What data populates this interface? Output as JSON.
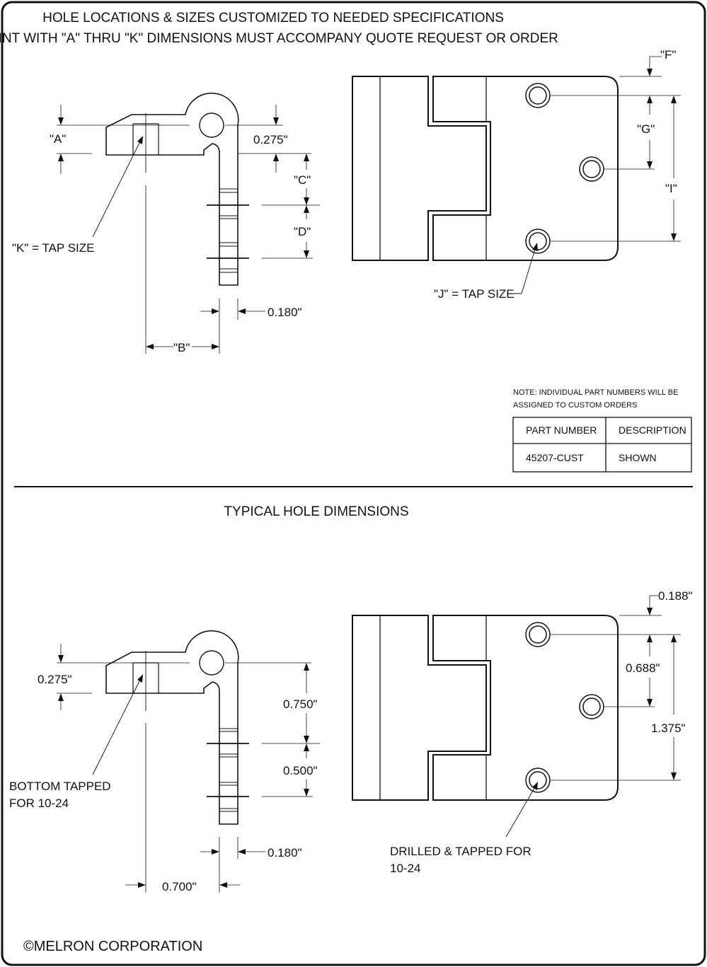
{
  "header": {
    "line1": "HOLE LOCATIONS & SIZES CUSTOMIZED TO NEEDED SPECIFICATIONS",
    "line2": "PRINT WITH \"A\" THRU \"K\" DIMENSIONS MUST ACCOMPANY QUOTE REQUEST OR ORDER"
  },
  "top": {
    "side": {
      "a": "\"A\"",
      "r": "0.275\"",
      "c": "\"C\"",
      "d": "\"D\"",
      "k": "\"K\" = TAP SIZE",
      "t": "0.180\"",
      "b": "\"B\""
    },
    "front": {
      "f": "\"F\"",
      "g": "\"G\"",
      "i": "\"I\"",
      "j": "\"J\" = TAP SIZE"
    }
  },
  "note": {
    "line1": "NOTE:  INDIVIDUAL PART NUMBERS WILL BE",
    "line2": "ASSIGNED TO CUSTOM ORDERS"
  },
  "table": {
    "headers": [
      "PART NUMBER",
      "DESCRIPTION"
    ],
    "row": [
      "45207-CUST",
      "SHOWN"
    ]
  },
  "typical": {
    "title": "TYPICAL HOLE DIMENSIONS",
    "side": {
      "a": "0.275\"",
      "c": "0.750\"",
      "d": "0.500\"",
      "k1": "BOTTOM TAPPED",
      "k2": "FOR 10-24",
      "t": "0.180\"",
      "b": "0.700\""
    },
    "front": {
      "f": "0.188\"",
      "g": "0.688\"",
      "i": "1.375\"",
      "j1": "DRILLED & TAPPED FOR",
      "j2": "10-24"
    }
  },
  "footer": {
    "copyright": "©MELRON CORPORATION"
  }
}
